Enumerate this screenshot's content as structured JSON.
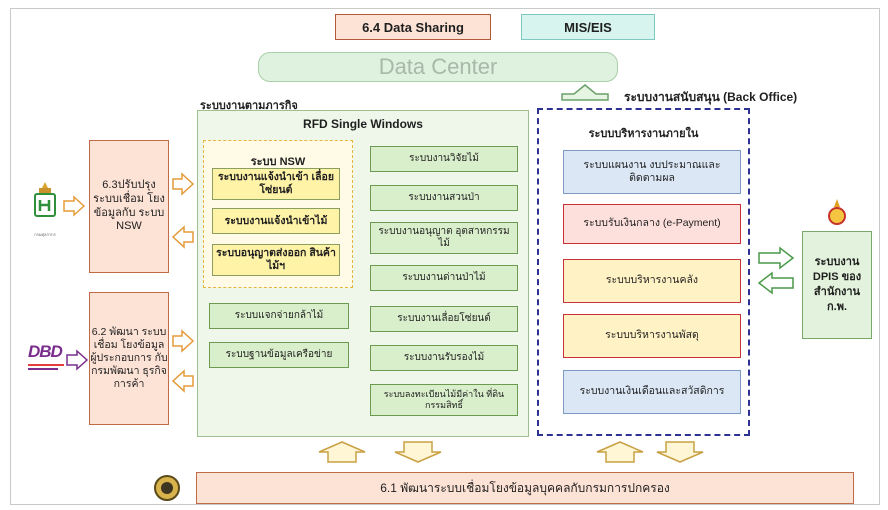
{
  "top": {
    "data_sharing": "6.4 Data Sharing",
    "mis_eis": "MIS/EIS",
    "data_center": "Data Center"
  },
  "back_office_label": "ระบบงานสนับสนุน (Back Office)",
  "mission_label": "ระบบงานตามภารกิจ",
  "rfd": {
    "title": "RFD Single Windows",
    "nsw": {
      "title": "ระบบ NSW",
      "items": [
        "ระบบงานแจ้งนำเข้า เลื่อยโซ่ยนต์",
        "ระบบงานแจ้งนำเข้าไม้",
        "ระบบอนุญาตส่งออก สินค้าไม้ฯ"
      ]
    },
    "left_items": [
      "ระบบแจกจ่ายกล้าไม้",
      "ระบบฐานข้อมูลเครือข่าย"
    ],
    "right_items": [
      "ระบบงานวิจัยไม้",
      "ระบบงานสวนป่า",
      "ระบบงานอนุญาต อุตสาหกรรมไม้",
      "ระบบงานด่านป่าไม้",
      "ระบบงานเลื่อยโซ่ยนต์",
      "ระบบงานรับรองไม้",
      "ระบบลงทะเบียนไม้มีค่าใน ที่ดินกรรมสิทธิ์"
    ]
  },
  "internal": {
    "title": "ระบบบริหารงานภายใน",
    "items": [
      "ระบบแผนงาน งบประมาณและ ติดตามผล",
      "ระบบรับเงินกลาง (e-Payment)",
      "ระบบบริหารงานคลัง",
      "ระบบบริหารงานพัสดุ",
      "ระบบงานเงินเดือนและสวัสดิการ"
    ]
  },
  "left": {
    "box63": "6.3ปรับปรุง ระบบเชื่อม โยงข้อมูลกับ ระบบ NSW",
    "box62": "6.2 พัฒนา ระบบเชื่อม โยงข้อมูล ผู้ประกอบการ กับกรมพัฒนา ธุรกิจการค้า",
    "dbd_logo": "DBD",
    "customs_logo_text": "กรมศุลกากร"
  },
  "dpis": "ระบบงาน DPIS ของ สำนักงาน ก.พ.",
  "bottom": "6.1 พัฒนาระบบเชื่อมโยงข้อมูลบุคคลกับกรมการปกครอง",
  "colors": {
    "peach": "#fde3d6",
    "green": "#d9eecb",
    "yellow": "#fff3a8",
    "navy": "#2e3192"
  }
}
